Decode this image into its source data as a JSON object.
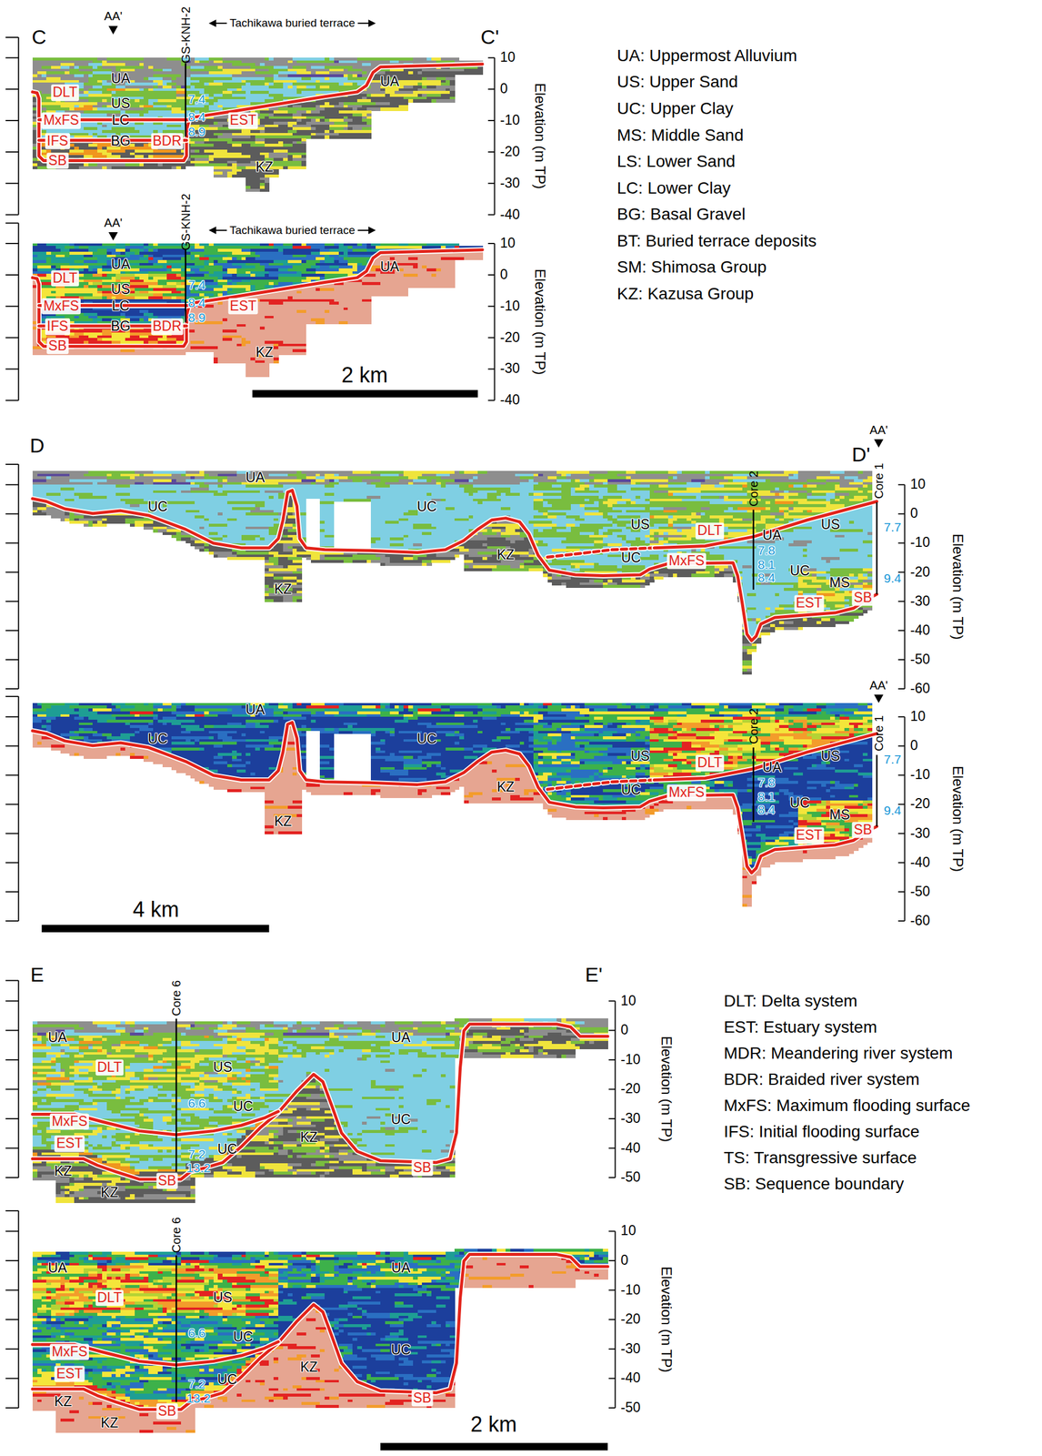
{
  "diagram": {
    "labels": [
      "C",
      "AA'",
      "GS-KNH-2",
      "Tachikawa buried terrace",
      "C'",
      "UA",
      "UA",
      "DLT",
      "US",
      "7.4",
      "MxFS",
      "LC",
      "8.4",
      "EST",
      "8.9",
      "IFS",
      "BG",
      "BDR",
      "SB",
      "KZ",
      "10",
      "0",
      "-10",
      "-20",
      "-30",
      "-40",
      "Elevation (m TP)",
      "AA'",
      "GS-KNH-2",
      "Tachikawa buried terrace",
      "UA",
      "UA",
      "DLT",
      "US",
      "7.4",
      "MxFS",
      "LC",
      "8.4",
      "EST",
      "8.9",
      "IFS",
      "BG",
      "BDR",
      "SB",
      "KZ",
      "10",
      "0",
      "-10",
      "-20",
      "-30",
      "-40",
      "Elevation (m TP)",
      "2 km",
      "UA: Uppermost Alluvium",
      "US: Upper Sand",
      "UC: Upper Clay",
      "MS: Middle Sand",
      "LS: Lower Sand",
      "LC: Lower Clay",
      "BG: Basal Gravel",
      "BT: Buried terrace deposits",
      "SM: Shimosa Group",
      "KZ: Kazusa Group",
      "D",
      "AA'",
      "D'",
      "Core 2",
      "Core 1",
      "UA",
      "UC",
      "UC",
      "US",
      "US",
      "UA",
      "DLT",
      "7.7",
      "7.8",
      "UC",
      "MxFS",
      "8.1",
      "UC",
      "8.4",
      "9.4",
      "KZ",
      "KZ",
      "MS",
      "SB",
      "EST",
      "10",
      "0",
      "-10",
      "-20",
      "-30",
      "-40",
      "-50",
      "-60",
      "Elevation (m TP)",
      "AA'",
      "Core 2",
      "Core 1",
      "UA",
      "UC",
      "UC",
      "US",
      "US",
      "UA",
      "DLT",
      "7.7",
      "7.8",
      "UC",
      "MxFS",
      "8.1",
      "UC",
      "8.4",
      "9.4",
      "KZ",
      "KZ",
      "MS",
      "SB",
      "EST",
      "10",
      "0",
      "-10",
      "-20",
      "-30",
      "-40",
      "-50",
      "-60",
      "Elevation (m TP)",
      "4 km",
      "E",
      "Core 6",
      "E'",
      "UA",
      "UA",
      "DLT",
      "US",
      "6.6",
      "UC",
      "UC",
      "MxFS",
      "KZ",
      "EST",
      "7.2",
      "UC",
      "KZ",
      "13.2",
      "SB",
      "KZ",
      "SB",
      "10",
      "0",
      "-10",
      "-20",
      "-30",
      "-40",
      "-50",
      "Elevation (m TP)",
      "Core 6",
      "UA",
      "UA",
      "DLT",
      "US",
      "6.6",
      "UC",
      "UC",
      "MxFS",
      "KZ",
      "EST",
      "7.2",
      "UC",
      "KZ",
      "13.2",
      "SB",
      "KZ",
      "SB",
      "10",
      "0",
      "-10",
      "-20",
      "-30",
      "-40",
      "-50",
      "Elevation (m TP)",
      "2 km",
      "DLT: Delta system",
      "EST: Estuary system",
      "MDR: Meandering river system",
      "BDR: Braided river system",
      "MxFS: Maximum flooding surface",
      "IFS: Initial flooding surface",
      "TS: Transgressive surface",
      "SB: Sequence boundary"
    ]
  }
}
